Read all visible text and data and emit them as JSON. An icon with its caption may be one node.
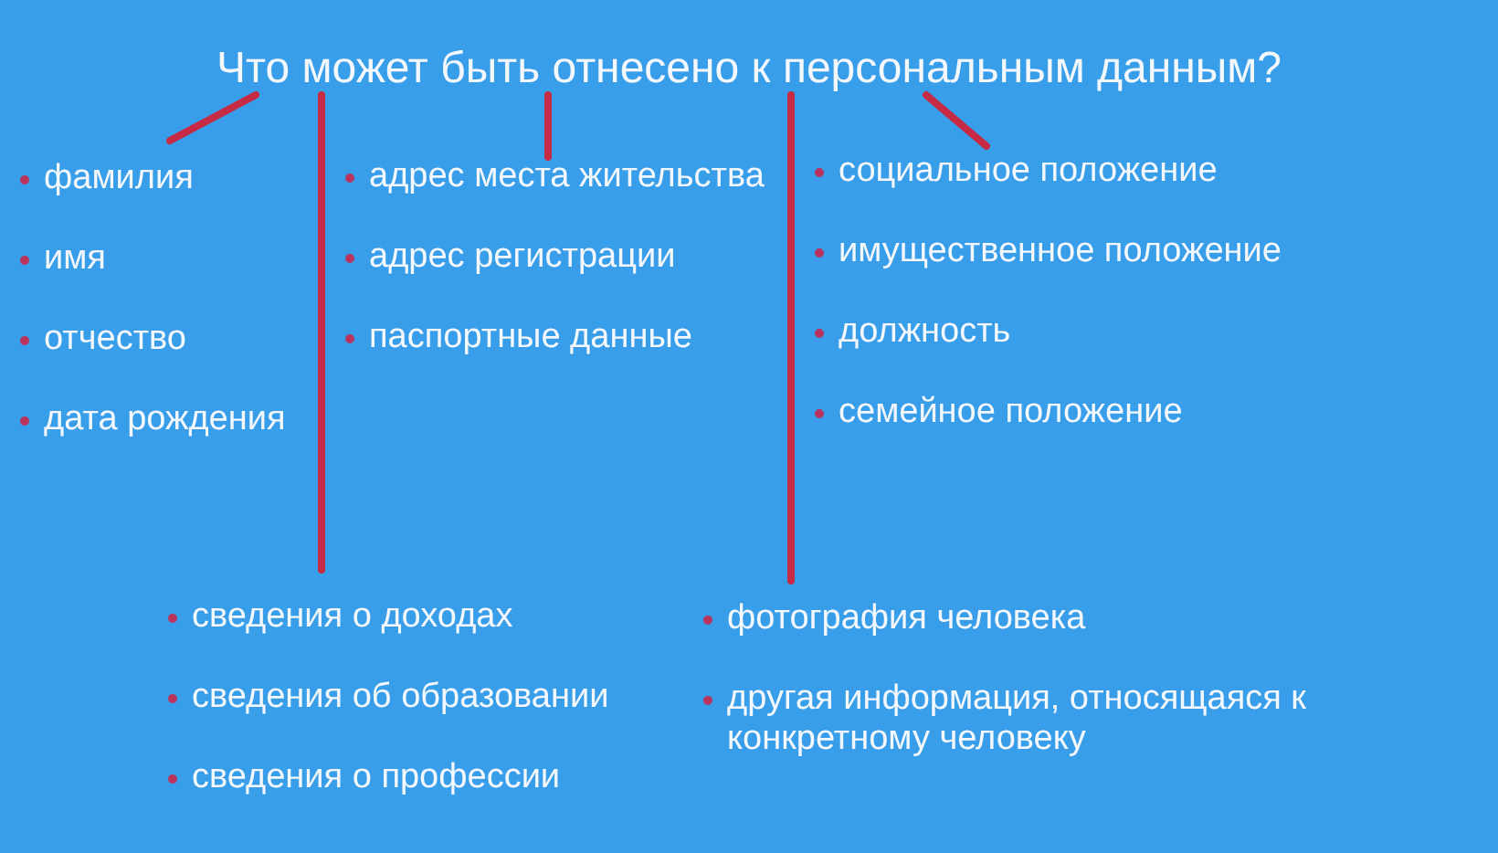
{
  "diagram": {
    "nodes": [
      {
        "text": [
          "Что может быть отнесено к персональным данным?"
        ]
      },
      {
        "text": [
          "фамилия",
          "имя",
          "отчество",
          "дата рождения"
        ]
      },
      {
        "text": [
          "адрес места жительства",
          "адрес регистрации",
          "паспортные данные"
        ]
      },
      {
        "text": [
          "социальное положение",
          "имущественное положение",
          "должность",
          "семейное положение"
        ]
      },
      {
        "text": [
          "сведения о доходах",
          "сведения об образовании",
          "сведения о профессии"
        ]
      },
      {
        "text": [
          "фотография человека",
          "другая информация, относящаяся к конкретному человеку"
        ]
      }
    ],
    "edges": [
      {
        "from": 0,
        "to": 1,
        "arrow": "none"
      },
      {
        "from": 0,
        "to": 4,
        "arrow": "none"
      },
      {
        "from": 0,
        "to": 2,
        "arrow": "none"
      },
      {
        "from": 0,
        "to": 5,
        "arrow": "none"
      },
      {
        "from": 0,
        "to": 3,
        "arrow": "none"
      }
    ]
  }
}
